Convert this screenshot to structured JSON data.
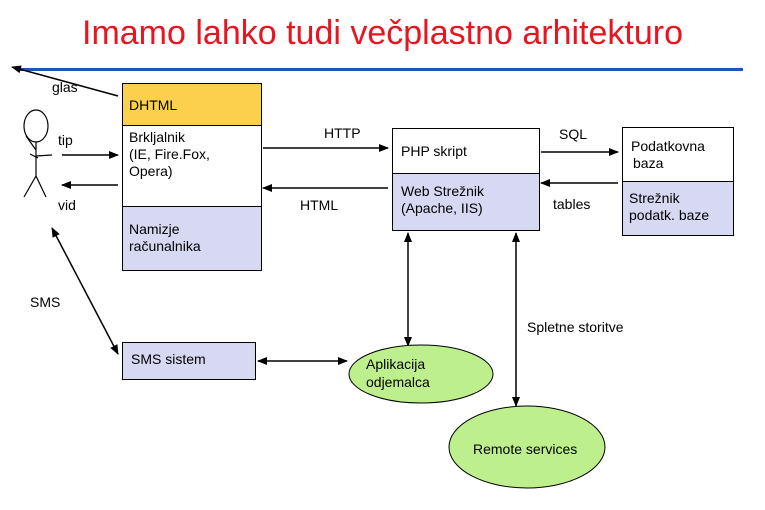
{
  "title": "Imamo lahko tudi večplastno arhitekturo",
  "colors": {
    "title": "#e8141f",
    "rule": "#1b57b8",
    "dhtml_box": "#fcd04c",
    "lavender_box": "#d7d8f1",
    "ellipse_fill": "#bdf08c"
  },
  "user": {
    "icon": "stick-figure-icon",
    "labels": {
      "glas": "glas",
      "tip": "tip",
      "vid": "vid",
      "sms": "SMS"
    }
  },
  "client": {
    "dhtml": "DHTML",
    "browser_lines": [
      "Brkljalnik",
      "(IE, Fire.Fox,",
      "Opera)"
    ],
    "desktop_lines": [
      "Namizje",
      "računalnika"
    ]
  },
  "protocols": {
    "http": "HTTP",
    "html": "HTML",
    "sql": "SQL",
    "tables": "tables"
  },
  "server": {
    "php": "PHP skript",
    "web_lines": [
      "Web Strežnik",
      "(Apache, IIS)"
    ]
  },
  "database": {
    "db_lines": [
      "Podatkovna",
      "baza"
    ],
    "server_lines": [
      "Strežnik",
      "podatk. baze"
    ]
  },
  "web_services": "Spletne storitve",
  "sms_system": "SMS sistem",
  "client_app_lines": [
    "Aplikacija",
    "odjemalca"
  ],
  "remote_services": "Remote services"
}
